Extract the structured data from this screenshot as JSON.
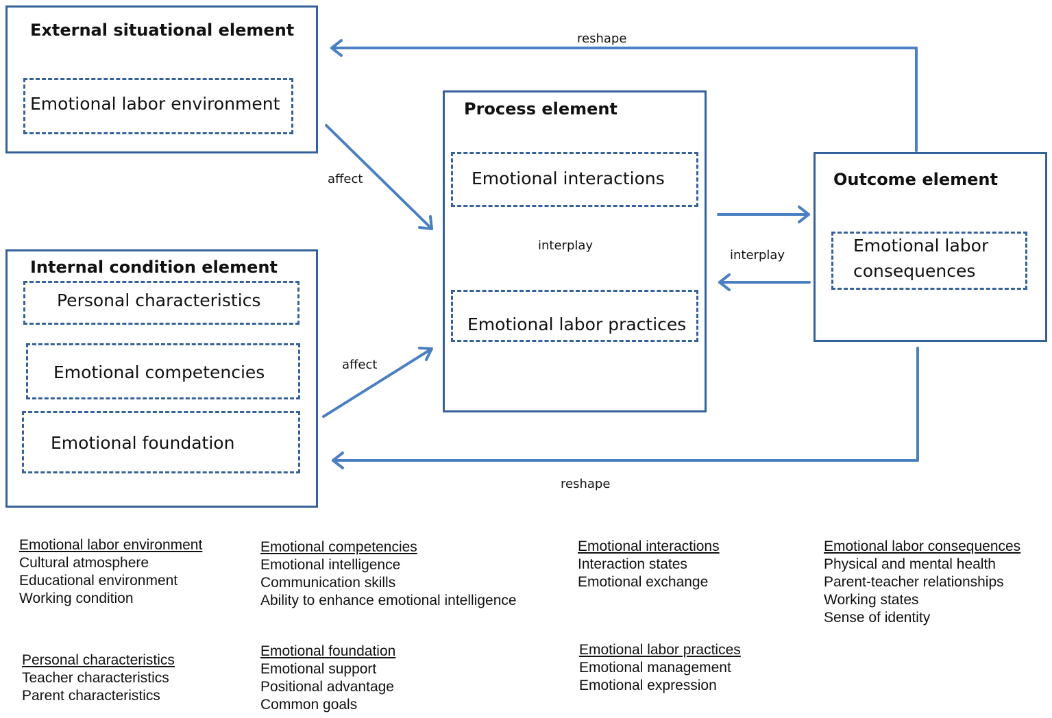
{
  "boxes": {
    "external": {
      "title": "External situational element",
      "items": [
        "Emotional labor environment"
      ]
    },
    "internal": {
      "title": "Internal condition element",
      "items": [
        "Personal characteristics",
        "Emotional competencies",
        "Emotional foundation"
      ]
    },
    "process": {
      "title": "Process element",
      "items": [
        "Emotional interactions",
        "Emotional labor practices"
      ]
    },
    "outcome": {
      "title": "Outcome  element",
      "items": [
        "Emotional labor",
        "consequences"
      ]
    }
  },
  "edges": {
    "reshape_top": "reshape",
    "reshape_bottom": "reshape",
    "affect_top": "affect",
    "affect_bottom": "affect",
    "interplay_inner": "interplay",
    "interplay_outer": "interplay"
  },
  "colors": {
    "line": "#4a7fc1",
    "border": "#34619a"
  },
  "legend": {
    "env": {
      "heading": "Emotional labor environment",
      "items": [
        "Cultural atmosphere",
        "Educational environment",
        "Working condition"
      ]
    },
    "personal": {
      "heading": "Personal characteristics",
      "items": [
        "Teacher characteristics",
        "Parent characteristics"
      ]
    },
    "competencies": {
      "heading": "Emotional competencies",
      "items": [
        "Emotional intelligence",
        "Communication skills",
        "Ability to enhance emotional intelligence"
      ]
    },
    "foundation": {
      "heading": "Emotional foundation",
      "items": [
        "Emotional support",
        "Positional advantage",
        "Common goals"
      ]
    },
    "interactions": {
      "heading": "Emotional interactions",
      "items": [
        "Interaction states",
        "Emotional exchange"
      ]
    },
    "practices": {
      "heading": "Emotional labor practices",
      "items": [
        "Emotional management",
        "Emotional expression"
      ]
    },
    "consequences": {
      "heading": "Emotional labor consequences",
      "items": [
        "Physical and mental health",
        "Parent-teacher  relationships",
        "Working states",
        "Sense of identity"
      ]
    }
  }
}
